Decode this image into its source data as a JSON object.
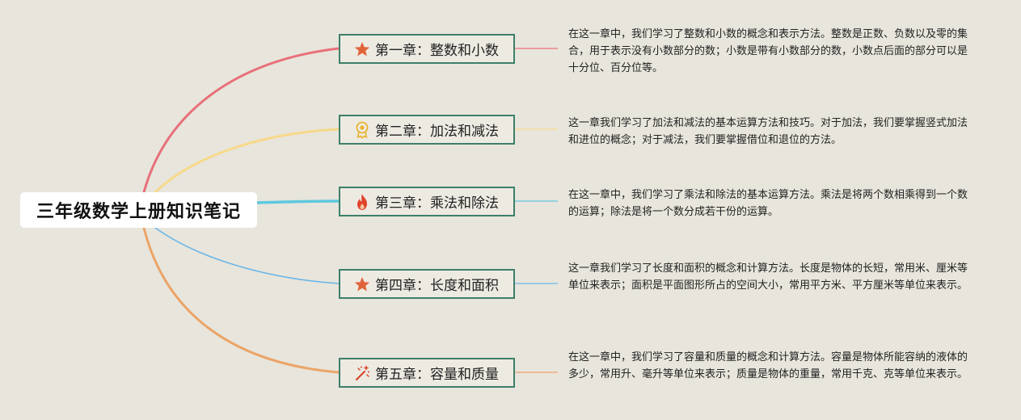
{
  "root": {
    "title": "三年级数学上册知识笔记"
  },
  "chapters": [
    {
      "title": "第一章：整数和小数",
      "icon": "star-icon",
      "line_color": "#e8707a",
      "description": "在这一章中，我们学习了整数和小数的概念和表示方法。整数是正数、负数以及零的集合，用于表示没有小数部分的数；小数是带有小数部分的数，小数点后面的部分可以是十分位、百分位等。"
    },
    {
      "title": "第二章：加法和减法",
      "icon": "medal-icon",
      "line_color": "#f7d98a",
      "description": "这一章我们学习了加法和减法的基本运算方法和技巧。对于加法，我们要掌握竖式加法和进位的概念；对于减法，我们要掌握借位和退位的方法。"
    },
    {
      "title": "第三章：乘法和除法",
      "icon": "fire-icon",
      "line_color": "#5ec8df",
      "description": "在这一章中，我们学习了乘法和除法的基本运算方法。乘法是将两个数相乘得到一个数的运算；除法是将一个数分成若干份的运算。"
    },
    {
      "title": "第四章：长度和面积",
      "icon": "star-icon",
      "line_color": "#6ab6e6",
      "description": "这一章我们学习了长度和面积的概念和计算方法。长度是物体的长短，常用米、厘米等单位来表示；面积是平面图形所占的空间大小，常用平方米、平方厘米等单位来表示。"
    },
    {
      "title": "第五章：容量和质量",
      "icon": "magic-wand-icon",
      "line_color": "#eba467",
      "description": "在这一章中，我们学习了容量和质量的概念和计算方法。容量是物体所能容纳的液体的多少，常用升、毫升等单位来表示；质量是物体的重量，常用千克、克等单位来表示。"
    }
  ],
  "colors": {
    "background": "#e8e5dc",
    "node_border": "#3e7f69",
    "star_icon": "#e0643a",
    "medal_icon": "#e6b42e",
    "fire_icon": "#e2442c",
    "wand_icon": "#d9472b"
  }
}
